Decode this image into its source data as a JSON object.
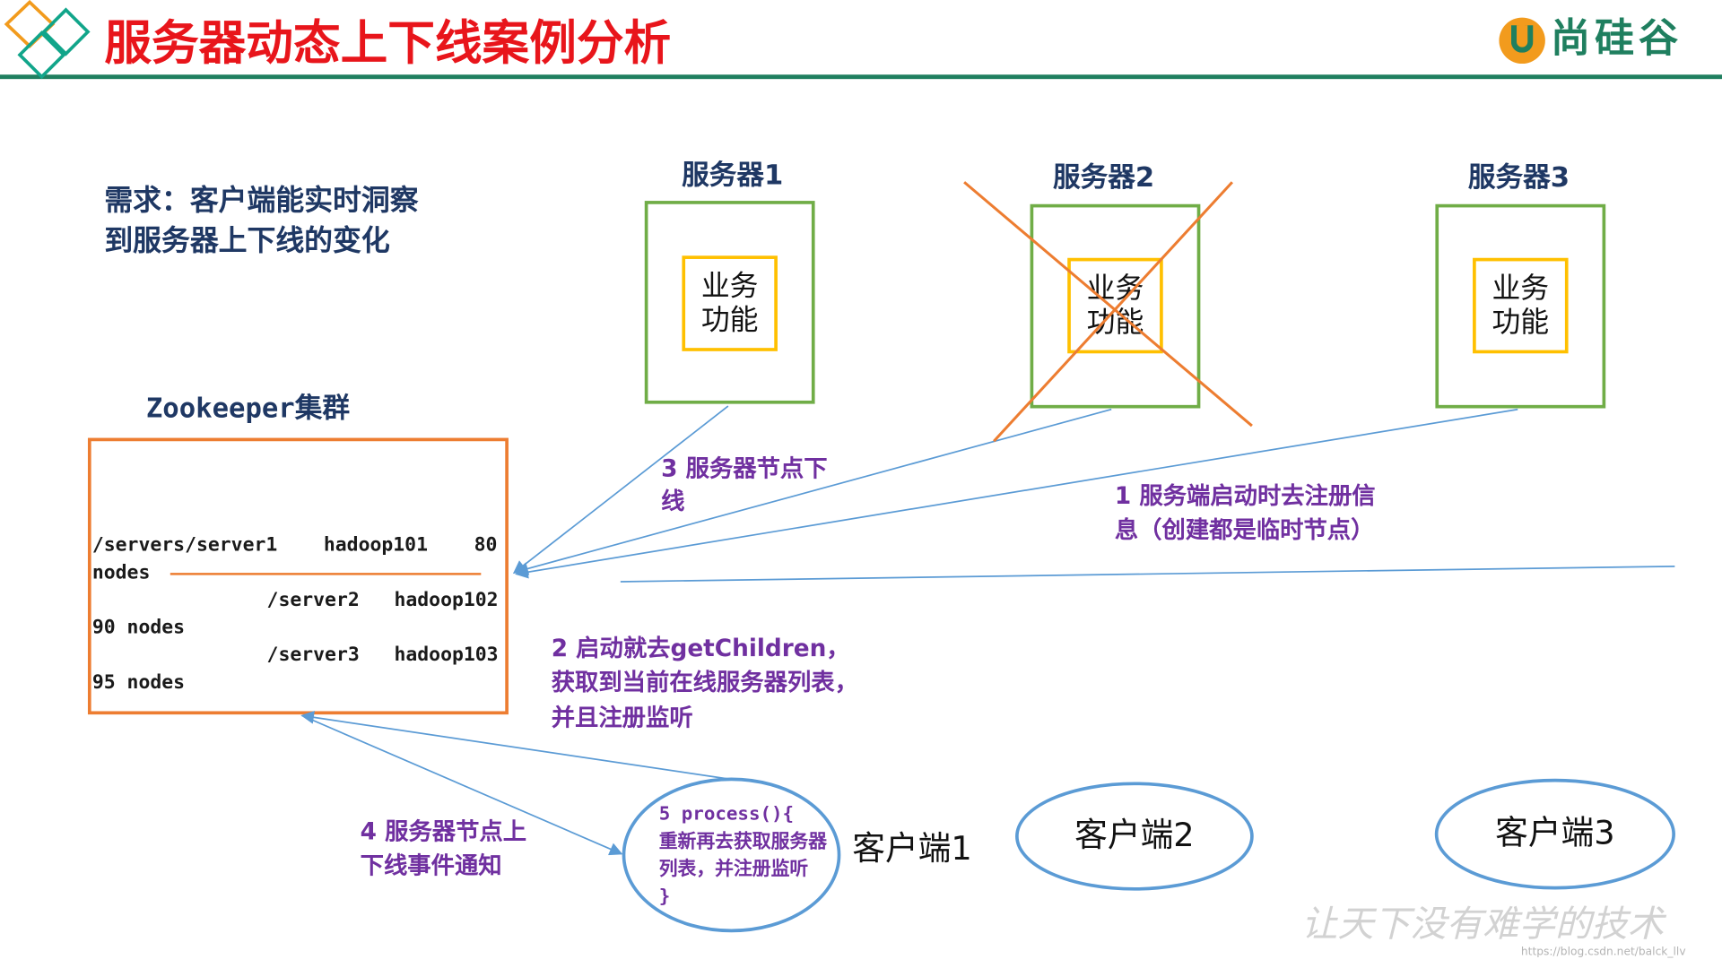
{
  "header": {
    "title": "服务器动态上下线案例分析",
    "brand_name": "尚硅谷"
  },
  "requirement": {
    "lines": [
      "需求：客户端能实时洞察",
      "到服务器上下线的变化"
    ]
  },
  "servers": [
    {
      "label": "服务器1",
      "function_lines": [
        "业务",
        "功能"
      ],
      "offline": false
    },
    {
      "label": "服务器2",
      "function_lines": [
        "业务",
        "功能"
      ],
      "offline": true
    },
    {
      "label": "服务器3",
      "function_lines": [
        "业务",
        "功能"
      ],
      "offline": false
    }
  ],
  "zookeeper": {
    "label": "Zookeeper集群",
    "lines": [
      "/servers/server1    hadoop101    80",
      "nodes",
      "/server2   hadoop102",
      "90 nodes",
      "/server3   hadoop103",
      "95 nodes"
    ]
  },
  "steps": {
    "step1": [
      "1 服务端启动时去注册信",
      "息（创建都是临时节点）"
    ],
    "step2": [
      "2 启动就去getChildren，",
      "获取到当前在线服务器列表，",
      "并且注册监听"
    ],
    "step3": [
      "3 服务器节点下",
      "线"
    ],
    "step4": [
      "4 服务器节点上",
      "下线事件通知"
    ],
    "step5": [
      "5 process(){",
      "重新再去获取服务器",
      "列表，并注册监听",
      "}"
    ]
  },
  "clients": [
    {
      "label": "客户端1"
    },
    {
      "label": "客户端2"
    },
    {
      "label": "客户端3"
    }
  ],
  "watermark": {
    "slogan": "让天下没有难学的技术",
    "url": "https://blog.csdn.net/balck_llv"
  },
  "colors": {
    "title_red": "#e8151b",
    "header_green": "#1f7f5f",
    "brand_orange": "#f29b1d",
    "heading_navy": "#1f3864",
    "step_purple": "#7030a0",
    "server_box_green": "#70ad47",
    "function_box_yellow": "#ffc000",
    "zookeeper_orange": "#ed7d31",
    "flow_blue": "#5b9bd5"
  }
}
